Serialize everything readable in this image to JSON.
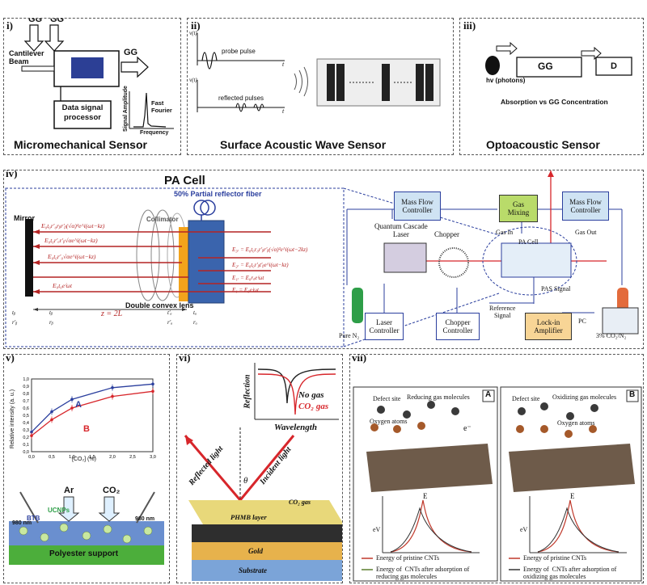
{
  "panels": {
    "i": {
      "tag": "i)",
      "gg_in_1": "GG",
      "gg_in_2": "GG",
      "gg_out": "GG",
      "cantilever": "Cantilever\nBeam",
      "processor": "Data signal\nprocessor",
      "amp_axis": "Signal Amplitude",
      "freq_axis": "Frequency",
      "fft": "Fast\nFourier",
      "caption": "Micromechanical Sensor"
    },
    "ii": {
      "tag": "ii)",
      "vt_1": "v(t)",
      "vt_2": "v(t)",
      "t_1": "t",
      "t_2": "t",
      "probe": "probe pulse",
      "reflected": "reflected pulses",
      "caption": "Surface Acoustic Wave Sensor"
    },
    "iii": {
      "tag": "iii)",
      "gg": "GG",
      "d": "D",
      "hv": "hv (photons)",
      "absorption": "Absorption vs GG  Concentration",
      "caption": "Optoacoustic Sensor"
    },
    "iv": {
      "tag": "iv)",
      "pa_cell": "PA Cell",
      "reflector": "50% Partial reflector fiber",
      "mirror": "Mirror",
      "collimator": "Collimator",
      "lens": "Double convex lens",
      "z": "z = 2L",
      "beam_labels": [
        "E₀t₀r′₀rᵦr′ᵦ(√α)²e^i(ωt−kz)",
        "E₀t₀r′ₐr′ᵦ√αe^i(ωt−kz)",
        "E₀t₀r′₀√αe^i(ωt−kz)",
        "E₀t₀eⁱωt"
      ],
      "out_labels": [
        "E₃ᵣ = E₀t₀r₀r′ᵦr′ᵦ(√α)²e^i(ωt−2kz)",
        "E₂ᵣ = E₀t₀r′ᵦt′ᵦe^i(ωt−kz)",
        "E₁ᵣ = E₀rₐeⁱωt",
        "E₁ = E₀eⁱωt"
      ],
      "edge_l": [
        "tᵦ",
        "r′ᵦ"
      ],
      "edge_l2": [
        "tᵦ",
        "rᵦ"
      ],
      "edge_r": [
        "t′ₐ",
        "r′ₐ"
      ],
      "edge_r2": [
        "tₐ",
        "rₐ"
      ],
      "mfc_1": "Mass Flow\nController",
      "mfc_2": "Mass Flow\nController",
      "gas_mixing": "Gas\nMixing",
      "qcl": "Quantum Cascade\nLaser",
      "chopper": "Chopper",
      "gas_in": "Gas In",
      "pa_cell_small": "PA Cell",
      "gas_out": "Gas Out",
      "pas_signal": "PAS Signal",
      "laser_ctrl": "Laser\nController",
      "chopper_ctrl": "Chopper\nController",
      "ref_signal": "Reference\nSignal",
      "lockin": "Lock-in\nAmplifier",
      "pc": "PC",
      "pure_n2": "Pure N₂",
      "co2": "3% CO₂/N₂"
    },
    "v": {
      "tag": "v)",
      "ylabel": "Relative intensity (a. u.)",
      "xlabel": "[CO₂] (%)",
      "line_a": "A",
      "line_b": "B",
      "btb": "BTB",
      "ucnps": "UCNPs",
      "ar": "Ar",
      "co2": "CO₂",
      "nm_l": "980 nm",
      "nm_r": "980 nm",
      "support": "Polyester support"
    },
    "vi": {
      "tag": "vi)",
      "ylabel": "Reflection",
      "xlabel": "Wavelength",
      "no_gas": "No gas",
      "co2_gas": "CO₂ gas",
      "theta": "θ",
      "reflected": "Reflected light",
      "incident": "Incident light",
      "co2_small": "CO₂ gas",
      "phmb": "PHMB layer",
      "gold": "Gold",
      "substrate": "Substrate"
    },
    "vii": {
      "tag": "vii)",
      "a": "A",
      "b": "B",
      "defect_a": "Defect site",
      "defect_b": "Defect site",
      "reducing": "Reducing gas molecules",
      "oxidizing": "Oxidizing gas molecules",
      "oxygen_a": "Oxygen atoms",
      "oxygen_b": "Oxygen atoms",
      "e": "e⁻",
      "E_a": "E",
      "E_b": "E",
      "ev_a": "eV",
      "ev_b": "eV",
      "legend_a1": "Energy of  pristine CNTs",
      "legend_a2": "Energy of  CNTs after adsorption of\nreducing gas molecules",
      "legend_b1": "Energy of  pristine CNTs",
      "legend_b2": "Energy of  CNTs after adsorption of\noxidizing gas molecules"
    }
  },
  "chart_data": {
    "type": "line",
    "x": [
      0.0,
      0.5,
      1.0,
      2.0,
      3.0
    ],
    "series": [
      {
        "name": "A",
        "values": [
          0.27,
          0.55,
          0.72,
          0.88,
          0.93
        ]
      },
      {
        "name": "B",
        "values": [
          0.22,
          0.44,
          0.6,
          0.76,
          0.83
        ]
      }
    ],
    "xlabel": "[CO₂] (%)",
    "ylabel": "Relative intensity (a. u.)",
    "xticks": [
      "0,0",
      "0,5",
      "1,0",
      "1,5",
      "2,0",
      "2,5",
      "3,0"
    ],
    "yticks": [
      "0,0",
      "0,1",
      "0,2",
      "0,3",
      "0,4",
      "0,5",
      "0,6",
      "0,7",
      "0,8",
      "0,9",
      "1,0"
    ],
    "xlim": [
      0,
      3
    ],
    "ylim": [
      0,
      1.0
    ],
    "colors": {
      "A": "#2b3f9e",
      "B": "#d7262b"
    }
  }
}
